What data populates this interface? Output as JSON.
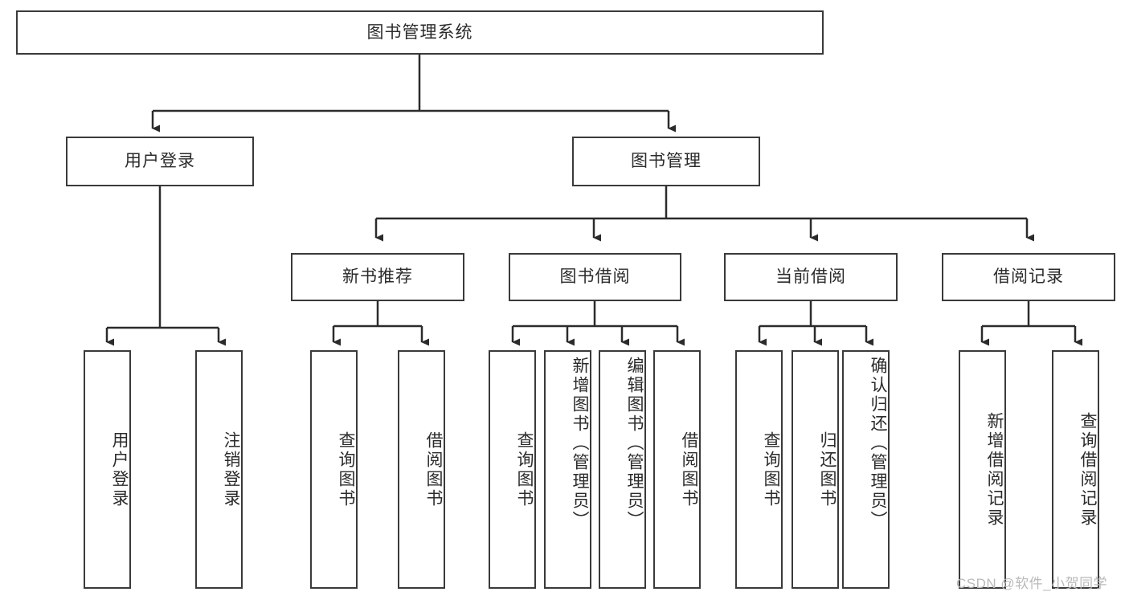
{
  "diagram": {
    "title": "图书管理系统",
    "type": "hierarchy-tree",
    "levels": 4,
    "root": {
      "label": "图书管理系统"
    },
    "level2": [
      {
        "label": "用户登录"
      },
      {
        "label": "图书管理"
      }
    ],
    "level3": [
      {
        "label": "新书推荐"
      },
      {
        "label": "图书借阅"
      },
      {
        "label": "当前借阅"
      },
      {
        "label": "借阅记录"
      }
    ],
    "leaves": {
      "user_login": [
        {
          "label": "用户登录"
        },
        {
          "label": "注销登录"
        }
      ],
      "new_book_recommend": [
        {
          "label": "查询图书"
        },
        {
          "label": "借阅图书"
        }
      ],
      "book_borrow": [
        {
          "label": "查询图书"
        },
        {
          "label": "新增图书（管理员）"
        },
        {
          "label": "编辑图书（管理员）"
        },
        {
          "label": "借阅图书"
        }
      ],
      "current_borrow": [
        {
          "label": "查询图书"
        },
        {
          "label": "归还图书"
        },
        {
          "label": "确认归还（管理员）"
        }
      ],
      "borrow_record": [
        {
          "label": "新增借阅记录"
        },
        {
          "label": "查询借阅记录"
        }
      ]
    }
  },
  "watermark": {
    "text": "CSDN @软件_小贺同学"
  },
  "colors": {
    "stroke": "#3a3a3a",
    "text": "#2b2b2b",
    "background": "#ffffff",
    "watermark": "#b9b9b9"
  }
}
